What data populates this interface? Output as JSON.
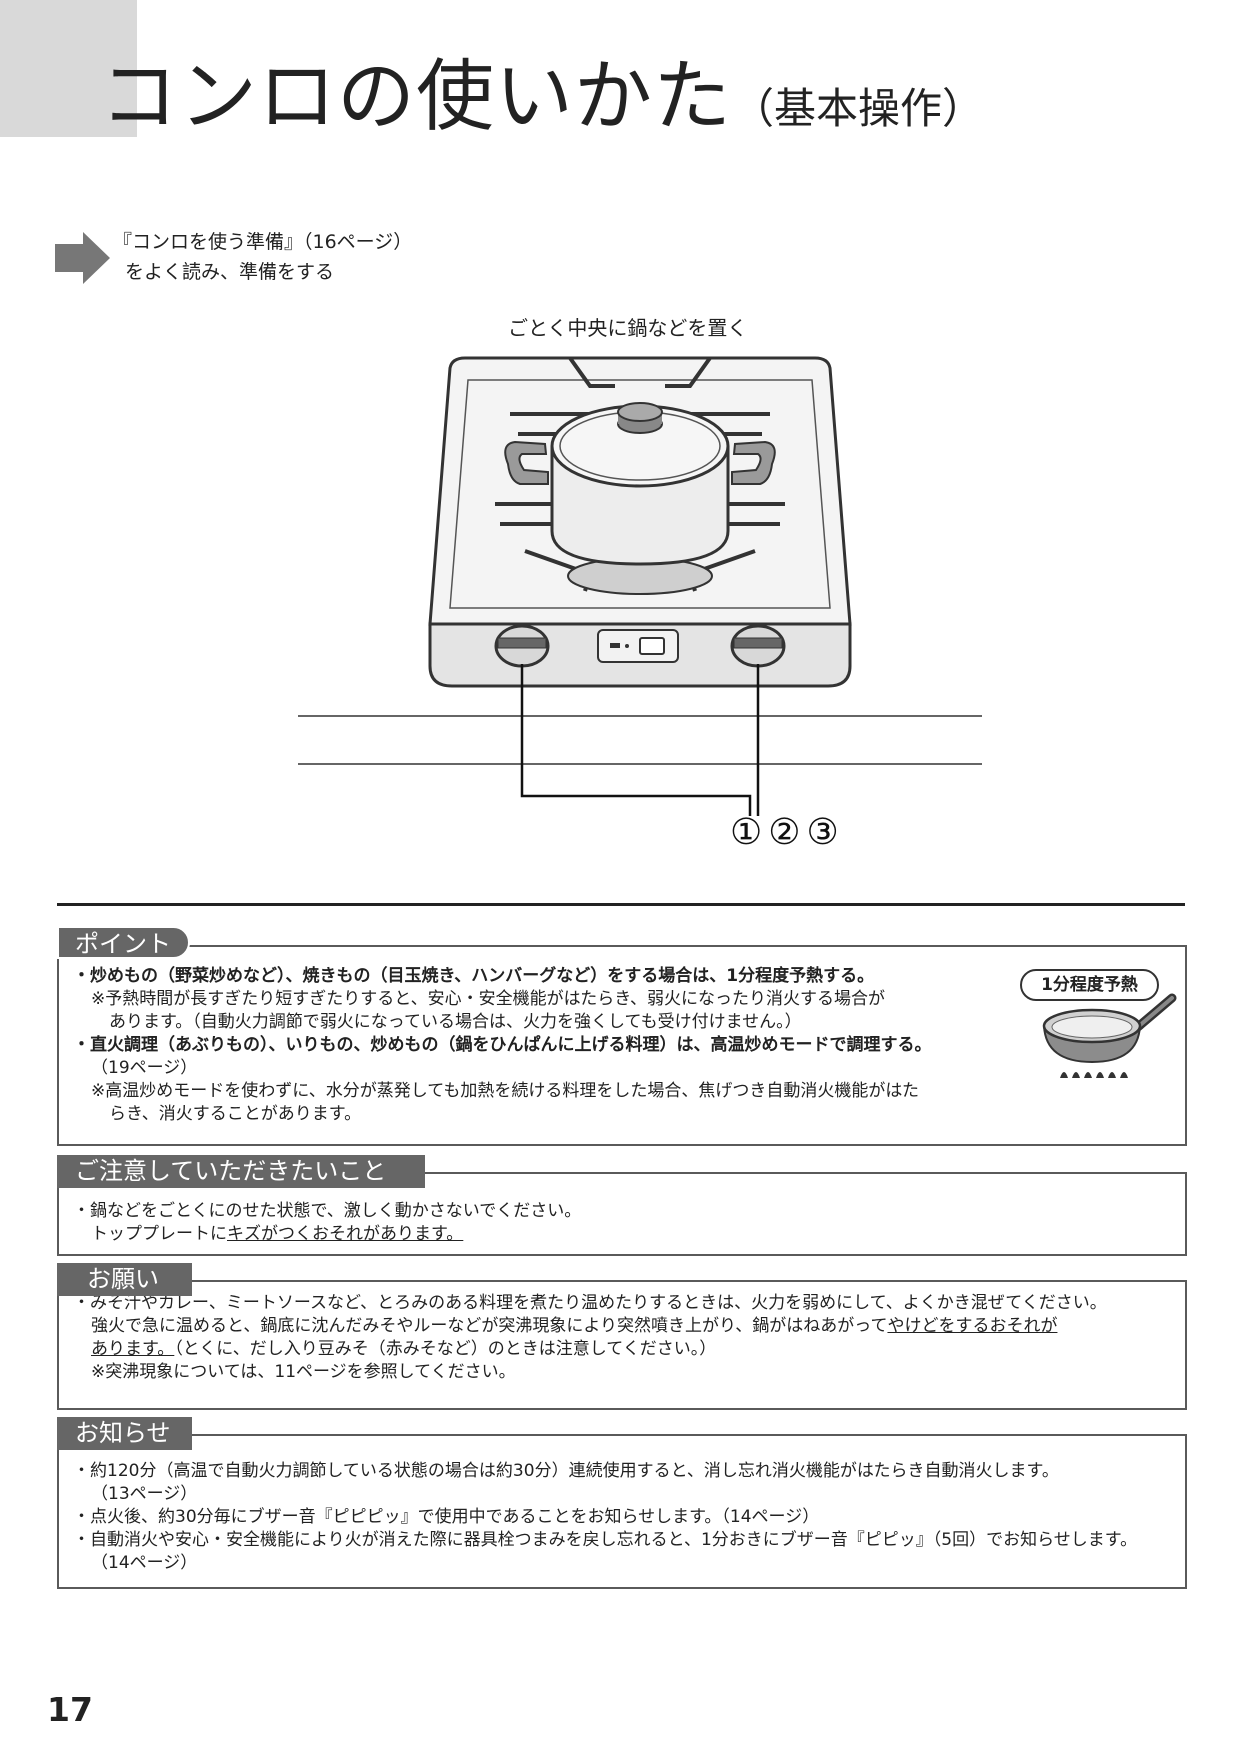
{
  "header": {
    "title": "コンロの使いかた",
    "subtitle": "（基本操作）"
  },
  "prep": {
    "line1": "『コンロを使う準備』（16ページ）",
    "line2": "をよく読み、準備をする"
  },
  "illustration": {
    "caption": "ごとく中央に鍋などを置く",
    "knob_numbers": "①②③"
  },
  "point": {
    "tag": "ポイント",
    "badge": "1分程度予熱",
    "item1": "・炒めもの（野菜炒めなど）、焼きもの（目玉焼き、ハンバーグなど）をする場合は、1分程度予熱する。",
    "item1_note1": "※予熱時間が長すぎたり短すぎたりすると、安心・安全機能がはたらき、弱火になったり消火する場合が",
    "item1_note2": "あります。（自動火力調節で弱火になっている場合は、火力を強くしても受け付けません。）",
    "item2": "・直火調理（あぶりもの）、いりもの、炒めもの（鍋をひんぱんに上げる料理）は、高温炒めモードで調理する。",
    "item2_ref": "（19ページ）",
    "item2_note1": "※高温炒めモードを使わずに、水分が蒸発しても加熱を続ける料理をした場合、焦げつき自動消火機能がはた",
    "item2_note2": "らき、消火することがあります。"
  },
  "caution": {
    "tag": "ご注意していただきたいこと",
    "line1": "・鍋などをごとくにのせた状態で、激しく動かさないでください。",
    "line2_plain": "トッププレートに",
    "line2_underlined": "キズがつくおそれがあります。"
  },
  "request": {
    "tag": "お願い",
    "line1": "・みそ汁やカレー、ミートソースなど、とろみのある料理を煮たり温めたりするときは、火力を弱めにして、よくかき混ぜてください。",
    "line2_plain": "強火で急に温めると、鍋底に沈んだみそやルーなどが突沸現象により突然噴き上がり、鍋がはねあがって",
    "line2_underlined": "やけどをするおそれが",
    "line3_underlined": "あります。",
    "line3_plain": "（とくに、だし入り豆みそ（赤みそなど）のときは注意してください。）",
    "line4": "※突沸現象については、11ページを参照してください。"
  },
  "notice": {
    "tag": "お知らせ",
    "item1": "・約120分（高温で自動火力調節している状態の場合は約30分）連続使用すると、消し忘れ消火機能がはたらき自動消火します。",
    "item1_ref": "（13ページ）",
    "item2": "・点火後、約30分毎にブザー音『ピピピッ』で使用中であることをお知らせします。（14ページ）",
    "item3": "・自動消火や安心・安全機能により火が消えた際に器具栓つまみを戻し忘れると、1分おきにブザー音『ピピッ』（5回）でお知らせします。",
    "item3_ref": "（14ページ）"
  },
  "page_number": "17"
}
